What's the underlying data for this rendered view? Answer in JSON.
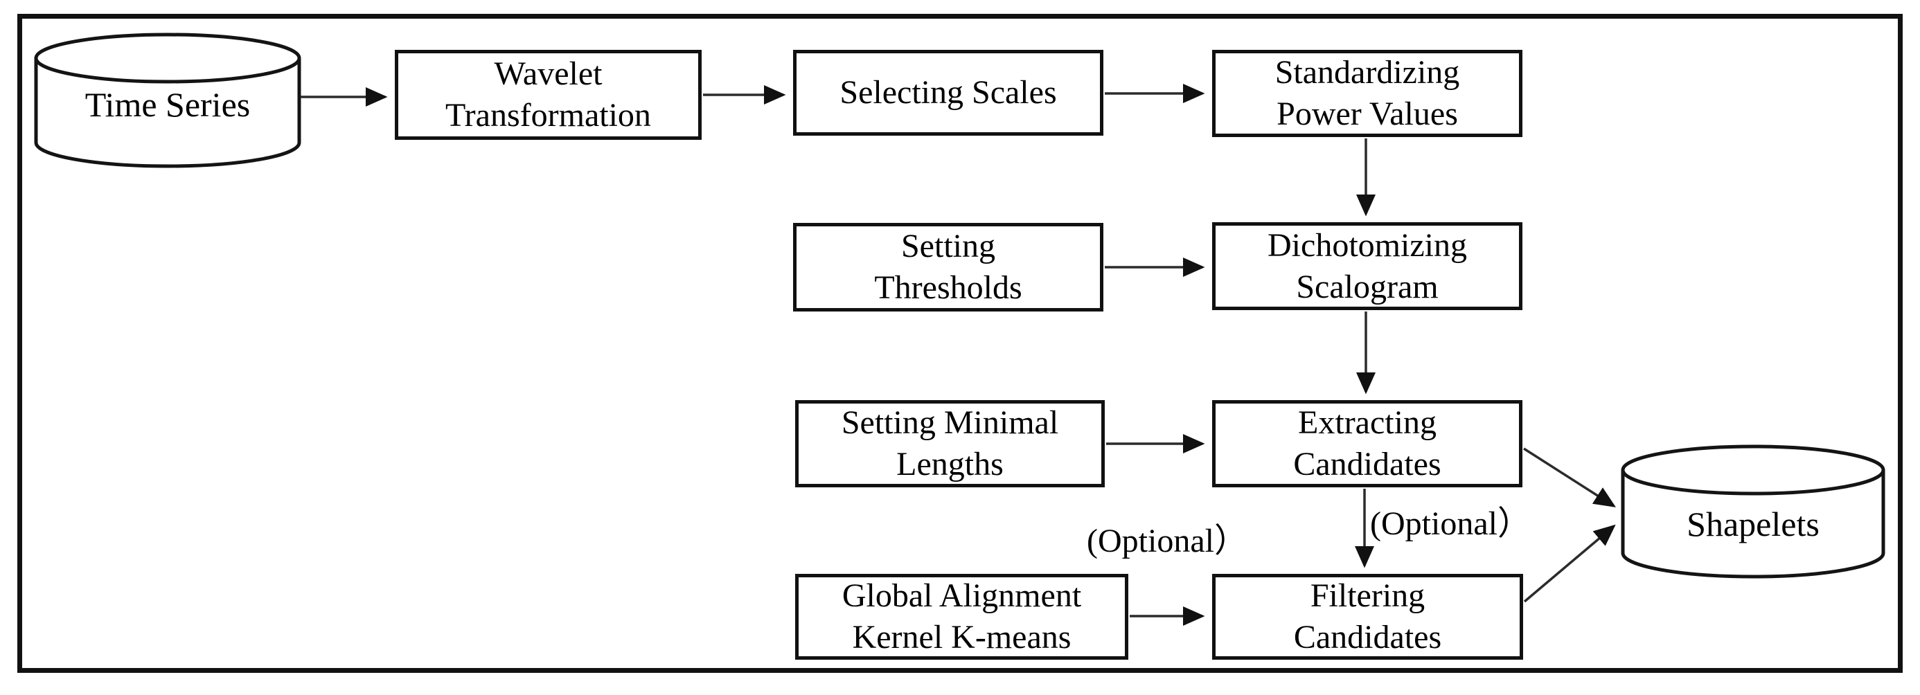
{
  "nodes": {
    "time_series": {
      "label": "Time Series",
      "shape": "cylinder"
    },
    "wavelet_transformation": {
      "line1": "Wavelet",
      "line2": "Transformation",
      "shape": "rect"
    },
    "selecting_scales": {
      "line1": "Selecting Scales",
      "shape": "rect"
    },
    "standardizing_power_values": {
      "line1": "Standardizing",
      "line2": "Power Values",
      "shape": "rect"
    },
    "setting_thresholds": {
      "line1": "Setting",
      "line2": "Thresholds",
      "shape": "rect"
    },
    "dichotomizing_scalogram": {
      "line1": "Dichotomizing",
      "line2": "Scalogram",
      "shape": "rect"
    },
    "setting_minimal_lengths": {
      "line1": "Setting Minimal",
      "line2": "Lengths",
      "shape": "rect"
    },
    "extracting_candidates": {
      "line1": "Extracting",
      "line2": "Candidates",
      "shape": "rect"
    },
    "global_alignment_kernel_kmeans": {
      "line1": "Global Alignment",
      "line2": "Kernel K-means",
      "shape": "rect"
    },
    "filtering_candidates": {
      "line1": "Filtering",
      "line2": "Candidates",
      "shape": "rect"
    },
    "shapelets": {
      "label": "Shapelets",
      "shape": "cylinder"
    }
  },
  "annotations": {
    "optional_left": "(Optional）",
    "optional_right": "(Optional）"
  },
  "edges": [
    {
      "from": "time_series",
      "to": "wavelet_transformation"
    },
    {
      "from": "wavelet_transformation",
      "to": "selecting_scales"
    },
    {
      "from": "selecting_scales",
      "to": "standardizing_power_values"
    },
    {
      "from": "standardizing_power_values",
      "to": "dichotomizing_scalogram"
    },
    {
      "from": "setting_thresholds",
      "to": "dichotomizing_scalogram"
    },
    {
      "from": "dichotomizing_scalogram",
      "to": "extracting_candidates"
    },
    {
      "from": "setting_minimal_lengths",
      "to": "extracting_candidates"
    },
    {
      "from": "extracting_candidates",
      "to": "filtering_candidates",
      "note": "(Optional）"
    },
    {
      "from": "global_alignment_kernel_kmeans",
      "to": "filtering_candidates",
      "note": "(Optional）"
    },
    {
      "from": "extracting_candidates",
      "to": "shapelets"
    },
    {
      "from": "filtering_candidates",
      "to": "shapelets"
    }
  ],
  "colors": {
    "background": "#ffffff",
    "border": "#111111",
    "line": "#2b2b2b",
    "text": "#000000"
  }
}
